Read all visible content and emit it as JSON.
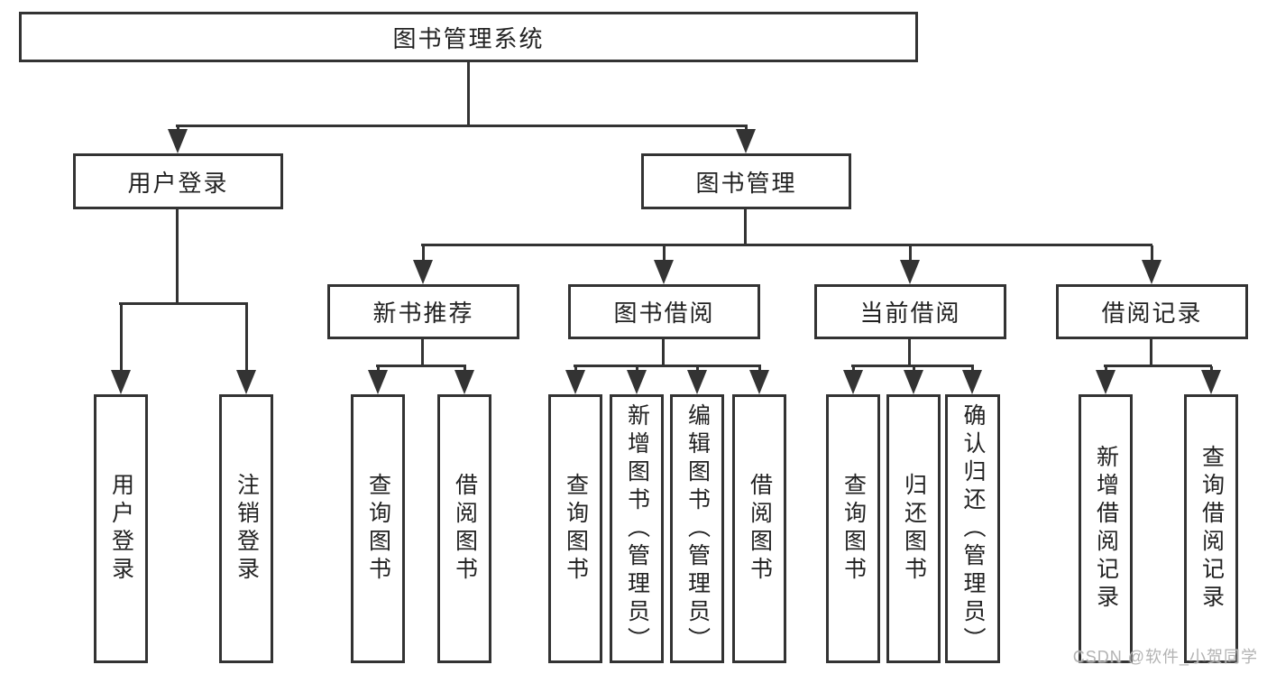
{
  "diagram": {
    "root": {
      "label": "图书管理系统",
      "children": [
        {
          "label": "用户登录",
          "children": [
            {
              "label": "用户登录"
            },
            {
              "label": "注销登录"
            }
          ]
        },
        {
          "label": "图书管理",
          "children": [
            {
              "label": "新书推荐",
              "children": [
                {
                  "label": "查询图书"
                },
                {
                  "label": "借阅图书"
                }
              ]
            },
            {
              "label": "图书借阅",
              "children": [
                {
                  "label": "查询图书"
                },
                {
                  "label": "新增图书（管理员）"
                },
                {
                  "label": "编辑图书（管理员）"
                },
                {
                  "label": "借阅图书"
                }
              ]
            },
            {
              "label": "当前借阅",
              "children": [
                {
                  "label": "查询图书"
                },
                {
                  "label": "归还图书"
                },
                {
                  "label": "确认归还（管理员）"
                }
              ]
            },
            {
              "label": "借阅记录",
              "children": [
                {
                  "label": "新增借阅记录"
                },
                {
                  "label": "查询借阅记录"
                }
              ]
            }
          ]
        }
      ]
    }
  },
  "watermark": "CSDN @软件_小贺同学",
  "colors": {
    "line": "#333333",
    "text": "#222222",
    "box_background": "#ffffff",
    "watermark": "#b3b3b3"
  }
}
